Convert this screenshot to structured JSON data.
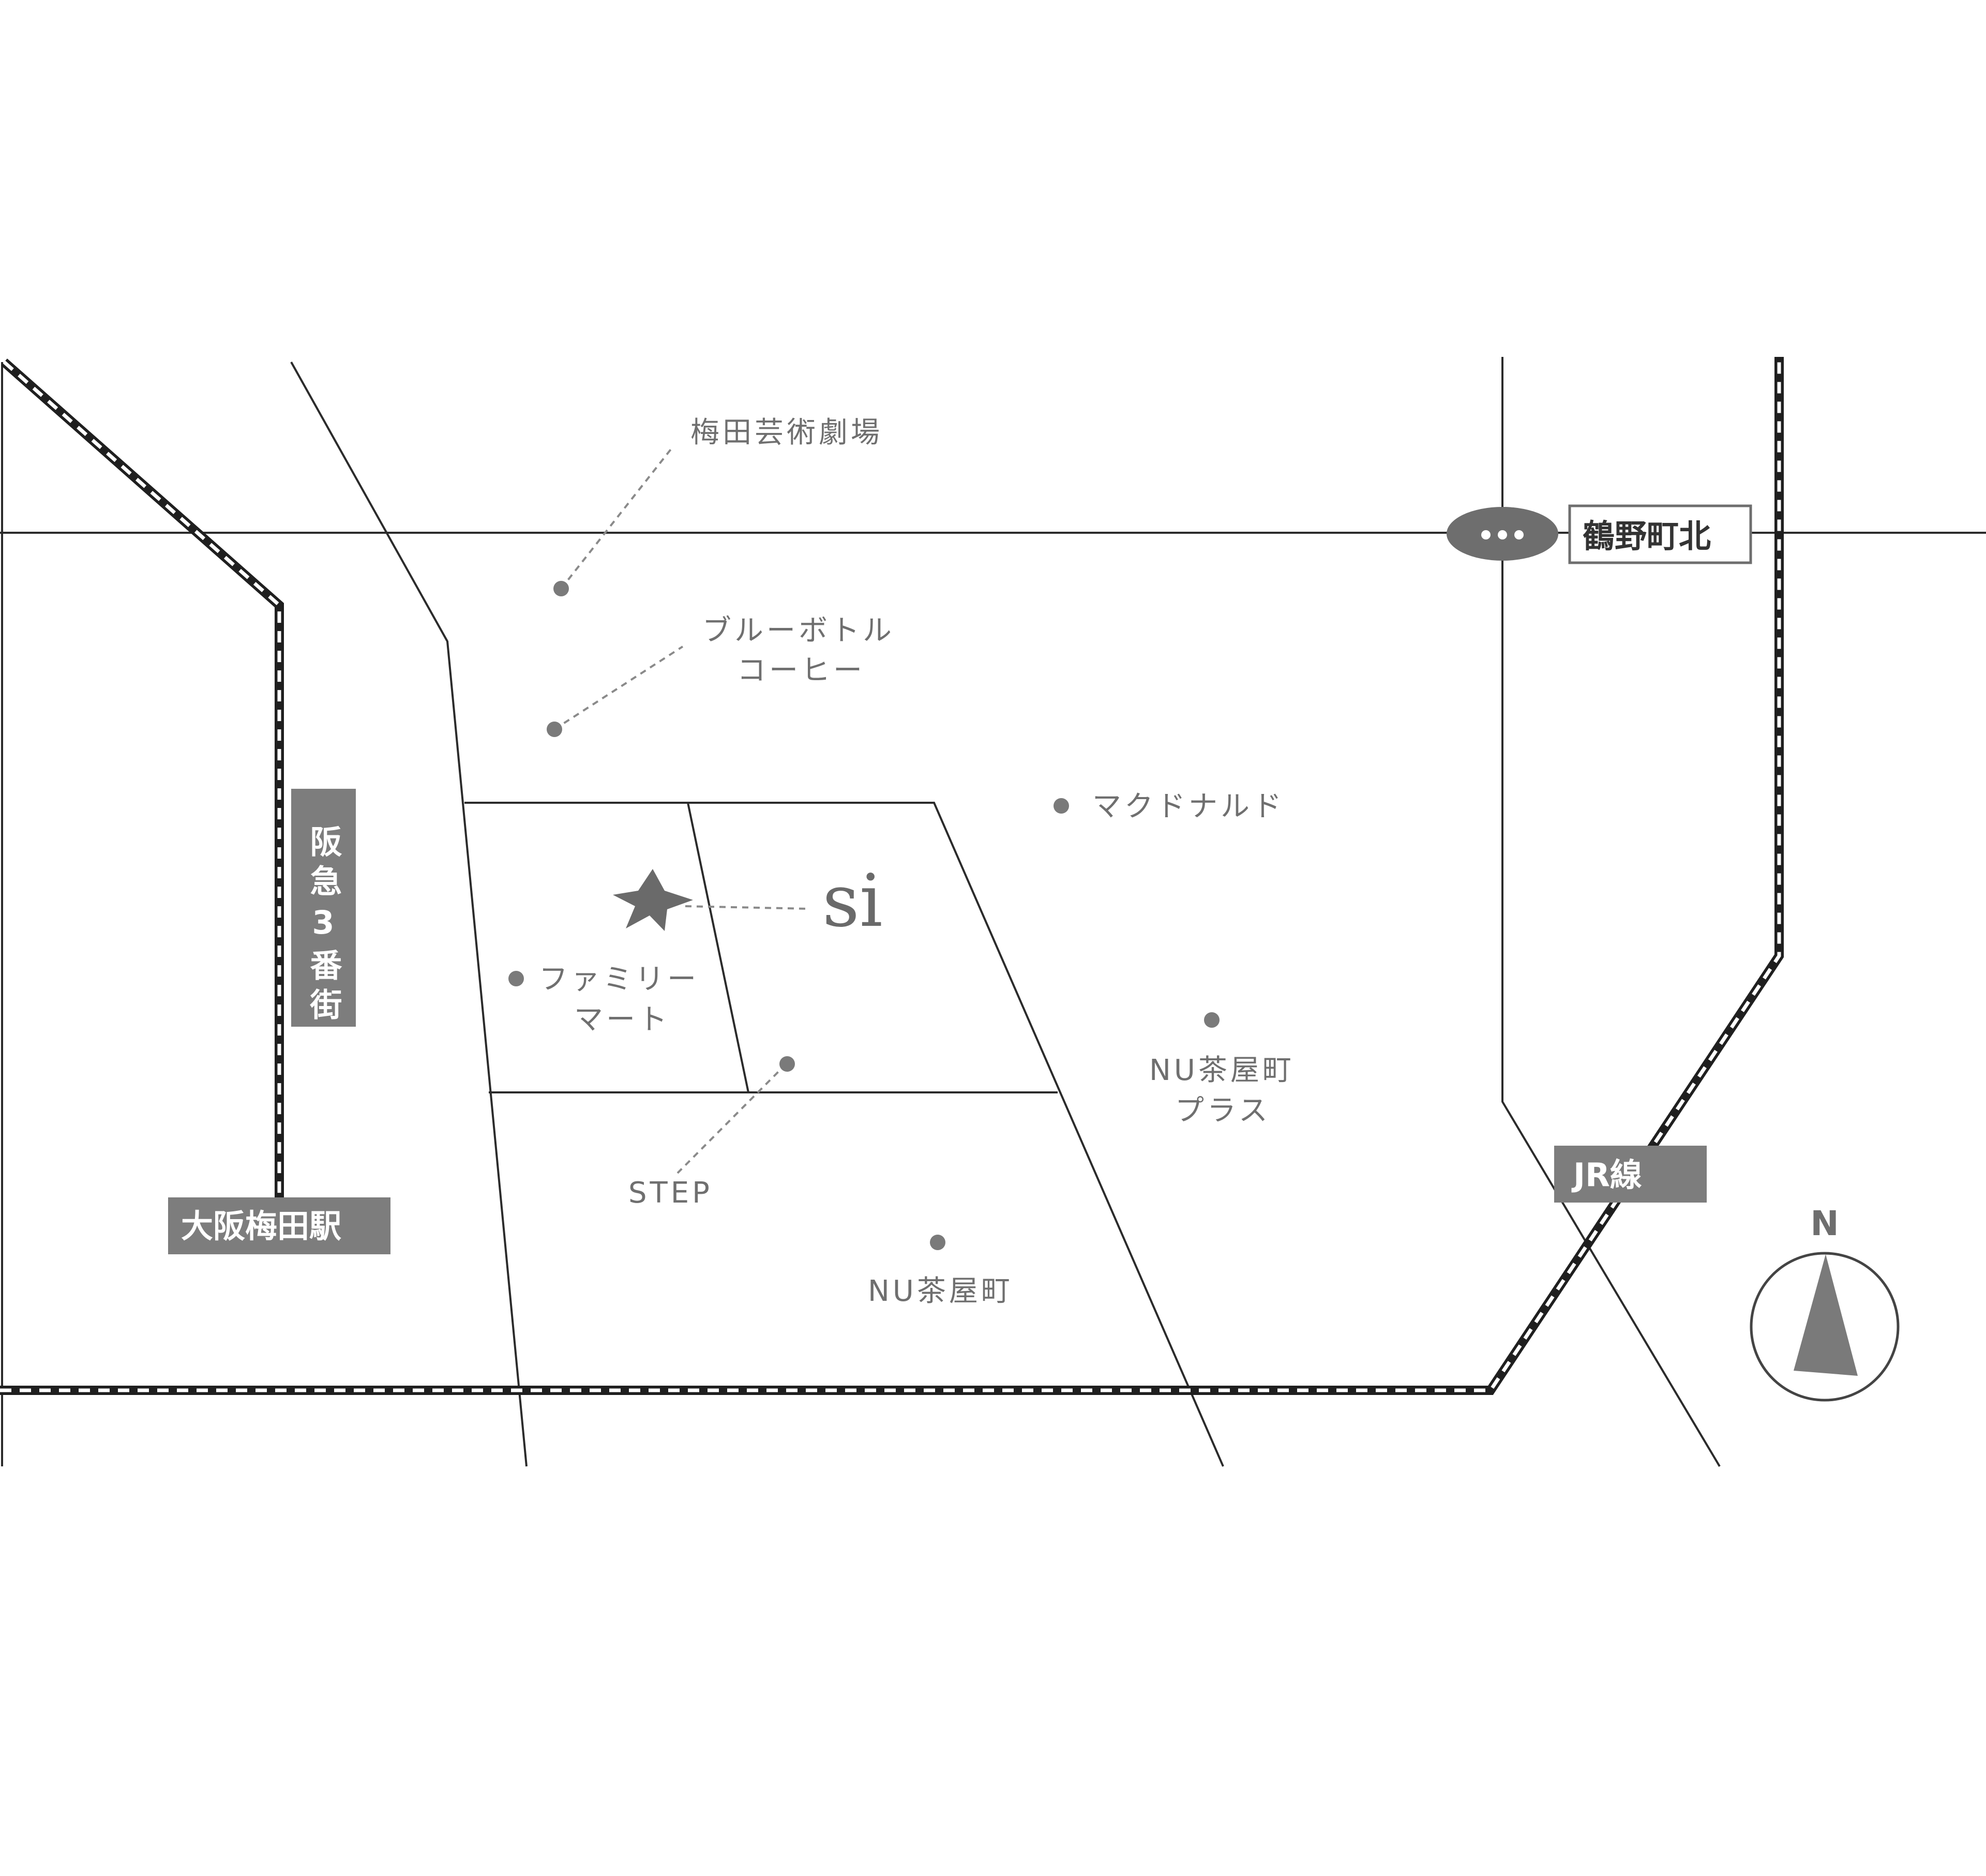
{
  "colors": {
    "background": "#ffffff",
    "road": "#2b2b2b",
    "rail": "#1f1f1f",
    "label_gray": "#6f6f6f",
    "box_gray": "#7d7d7d",
    "marker": "#6a6a6a"
  },
  "icons": {
    "shop_marker": "star-burst-icon",
    "station": "ellipsis-station-icon",
    "north": "north-arrow-icon"
  },
  "map": {
    "shop_name": "si",
    "stations": {
      "hankyu_line": "阪急3番街",
      "osaka_umeda": "大阪梅田駅",
      "tsurunocho_kita": "鶴野町北",
      "jr_line": "JR線"
    },
    "landmarks": {
      "umeda_geijutsu": "梅田芸術劇場",
      "bluebottle_line1": "ブルーボトル",
      "bluebottle_line2": "コーヒー",
      "mcdonalds": "マクドナルド",
      "familymart_line1": "ファミリー",
      "familymart_line2": "マート",
      "nu_chayamachi_plus_line1": "NU茶屋町",
      "nu_chayamachi_plus_line2": "プラス",
      "step": "STEP",
      "nu_chayamachi": "NU茶屋町"
    },
    "compass_label": "N"
  }
}
